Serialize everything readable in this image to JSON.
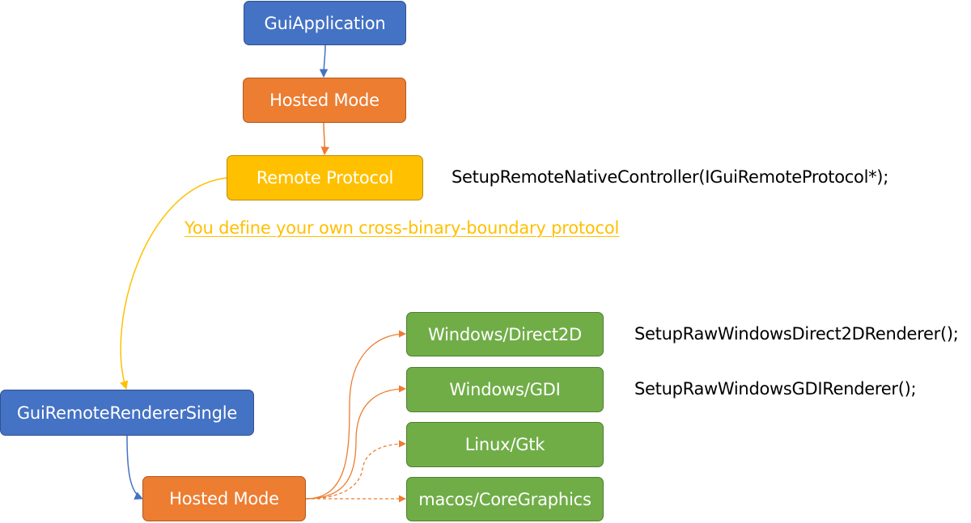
{
  "nodes": {
    "gui_application": "GuiApplication",
    "hosted_mode_top": "Hosted Mode",
    "remote_protocol": "Remote Protocol",
    "gui_remote_renderer_single": "GuiRemoteRendererSingle",
    "hosted_mode_bottom": "Hosted Mode",
    "windows_direct2d": "Windows/Direct2D",
    "windows_gdi": "Windows/GDI",
    "linux_gtk": "Linux/Gtk",
    "macos_coregraphics": "macos/CoreGraphics"
  },
  "annotations": {
    "setup_remote_native_controller": "SetupRemoteNativeController(IGuiRemoteProtocol*);",
    "protocol_note": "You define your own cross-binary-boundary protocol",
    "setup_direct2d": "SetupRawWindowsDirect2DRenderer();",
    "setup_gdi": "SetupRawWindowsGDIRenderer();"
  },
  "colors": {
    "blue": "#4472c4",
    "orange": "#ed7d31",
    "yellow": "#ffc000",
    "green": "#70ad47",
    "blue_connector": "#4472c4",
    "orange_connector": "#ed7d31",
    "yellow_connector": "#ffc000"
  }
}
